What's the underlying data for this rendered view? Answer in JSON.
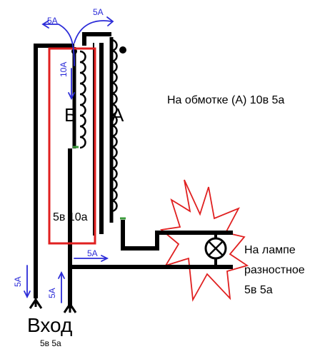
{
  "winding_b": {
    "letter": "Б",
    "rating": "5в 10а"
  },
  "winding_a": {
    "letter": "А",
    "description": "На обмотке (А) 10в 5а"
  },
  "lamp": {
    "line1": "На лампе",
    "line2": "разностное",
    "line3": "5в 5а"
  },
  "input": {
    "title": "Вход",
    "rating": "5в 5а"
  },
  "currents": {
    "top_left": "5A",
    "top_right": "5A",
    "winding_b": "10A",
    "bottom_mid": "5A",
    "left_down": "5A",
    "left_up": "5A"
  },
  "colors": {
    "wire": "#000000",
    "arrow": "#2b2bd8",
    "highlight": "#e02020",
    "burst": "#e02020",
    "tap": "#3a9a3a"
  },
  "icons": [
    "lamp-icon",
    "burst-icon",
    "dot-marker-icon"
  ]
}
